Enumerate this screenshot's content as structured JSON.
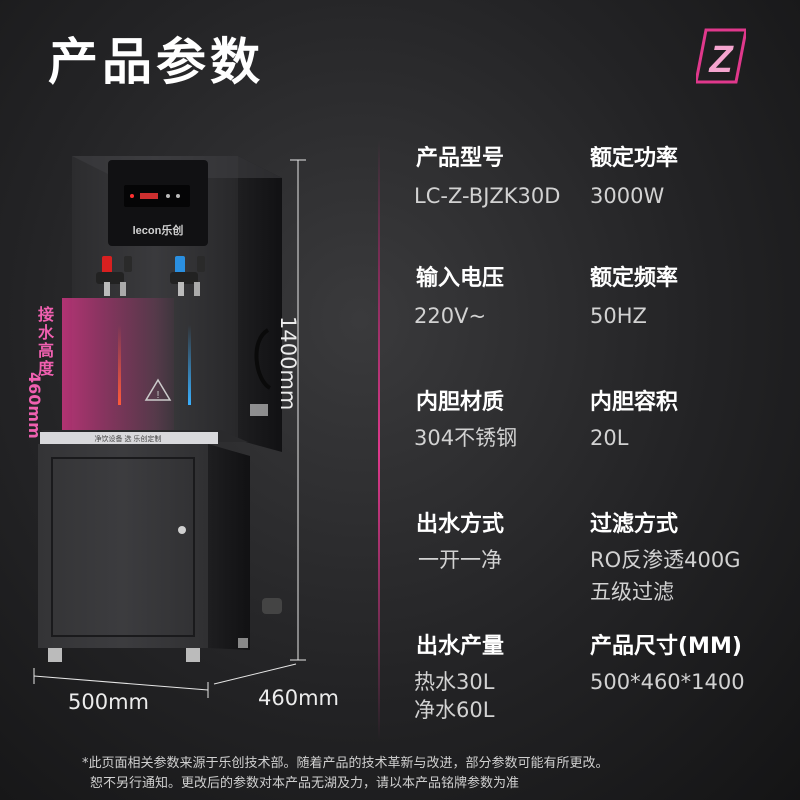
{
  "page": {
    "title": "产品参数",
    "logo_letter": "Z"
  },
  "machine": {
    "brand_label": "lecon乐创",
    "counter_label": "净饮设备 选 乐创定制",
    "hint_label": "接水高度",
    "hint_value": "460mm",
    "accent_color": "#e0388c"
  },
  "dimensions": {
    "width": "500mm",
    "depth": "460mm",
    "height": "1400mm"
  },
  "specs": [
    {
      "label": "产品型号",
      "values": [
        "LC-Z-BJZK30D"
      ]
    },
    {
      "label": "额定功率",
      "values": [
        "3000W"
      ]
    },
    {
      "label": "输入电压",
      "values": [
        "220V~"
      ]
    },
    {
      "label": "额定频率",
      "values": [
        "50HZ"
      ]
    },
    {
      "label": "内胆材质",
      "values": [
        "304不锈钢"
      ]
    },
    {
      "label": "内胆容积",
      "values": [
        "20L"
      ]
    },
    {
      "label": "出水方式",
      "values": [
        "一开一净"
      ]
    },
    {
      "label": "过滤方式",
      "values": [
        "RO反渗透400G",
        "五级过滤"
      ]
    },
    {
      "label": "出水产量",
      "values": [
        "热水30L",
        "净水60L"
      ]
    },
    {
      "label": "产品尺寸(MM)",
      "values": [
        "500*460*1400"
      ]
    }
  ],
  "footnote": {
    "line1": "*此页面相关参数来源于乐创技术部。随着产品的技术革新与改进，部分参数可能有所更改。",
    "line2": "恕不另行通知。更改后的参数对本产品无湖及力，请以本产品铭牌参数为准"
  }
}
